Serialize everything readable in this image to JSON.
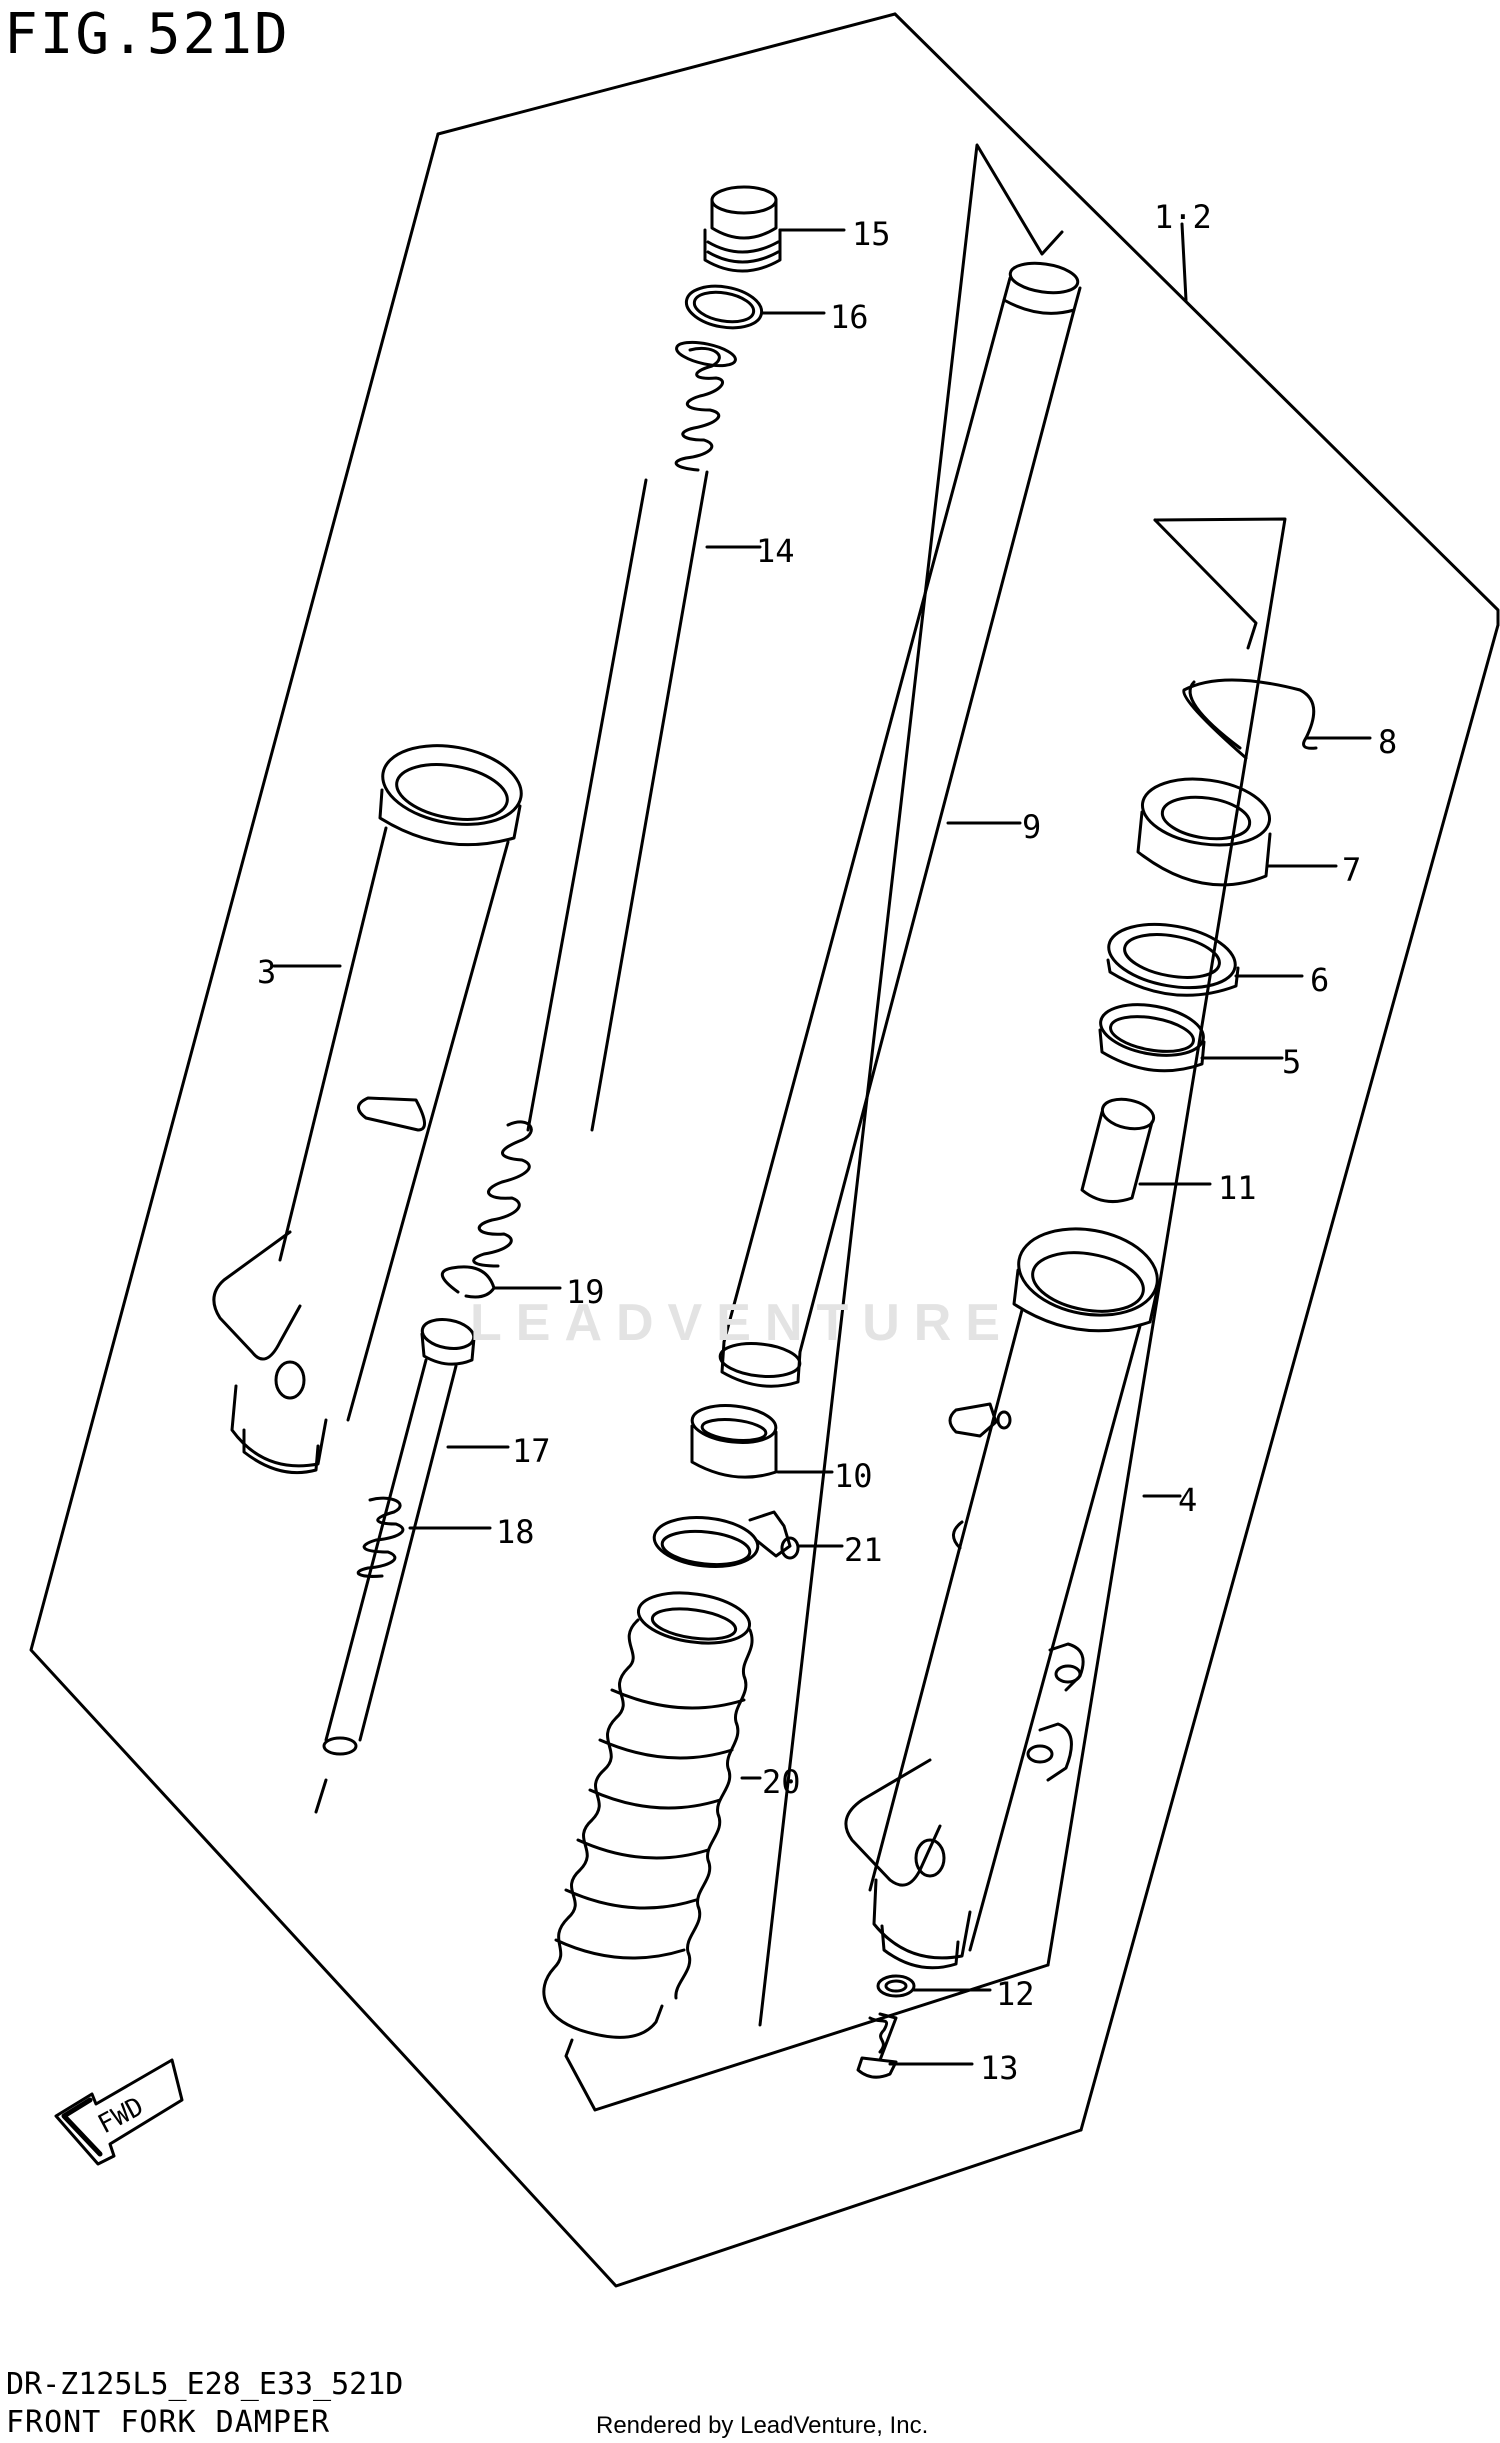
{
  "figure_title": "FIG.521D",
  "model_code": "DR-Z125L5_E28_E33_521D",
  "diagram_name": "FRONT FORK DAMPER",
  "rendered_by": "Rendered by LeadVenture, Inc.",
  "watermark": "LEADVENTURE",
  "fwd_label": "FWD",
  "callouts": {
    "c1_2": "1·2",
    "c3": "3",
    "c4": "4",
    "c5": "5",
    "c6": "6",
    "c7": "7",
    "c8": "8",
    "c9": "9",
    "c10": "10",
    "c11": "11",
    "c12": "12",
    "c13": "13",
    "c14": "14",
    "c15": "15",
    "c16": "16",
    "c17": "17",
    "c18": "18",
    "c19": "19",
    "c20": "20",
    "c21": "21"
  }
}
